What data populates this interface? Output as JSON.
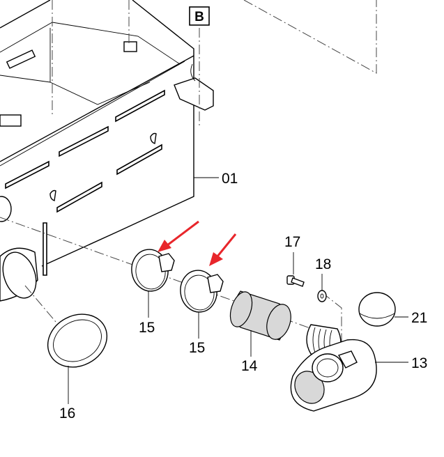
{
  "diagram": {
    "callout_box_label": "B",
    "part_labels": {
      "p01": "01",
      "p13": "13",
      "p14": "14",
      "p15a": "15",
      "p15b": "15",
      "p16": "16",
      "p17": "17",
      "p18": "18",
      "p21": "21"
    },
    "colors": {
      "line": "#000000",
      "arrow": "#e8262b",
      "hose_fill": "#d8d8d8",
      "background": "#ffffff"
    }
  }
}
